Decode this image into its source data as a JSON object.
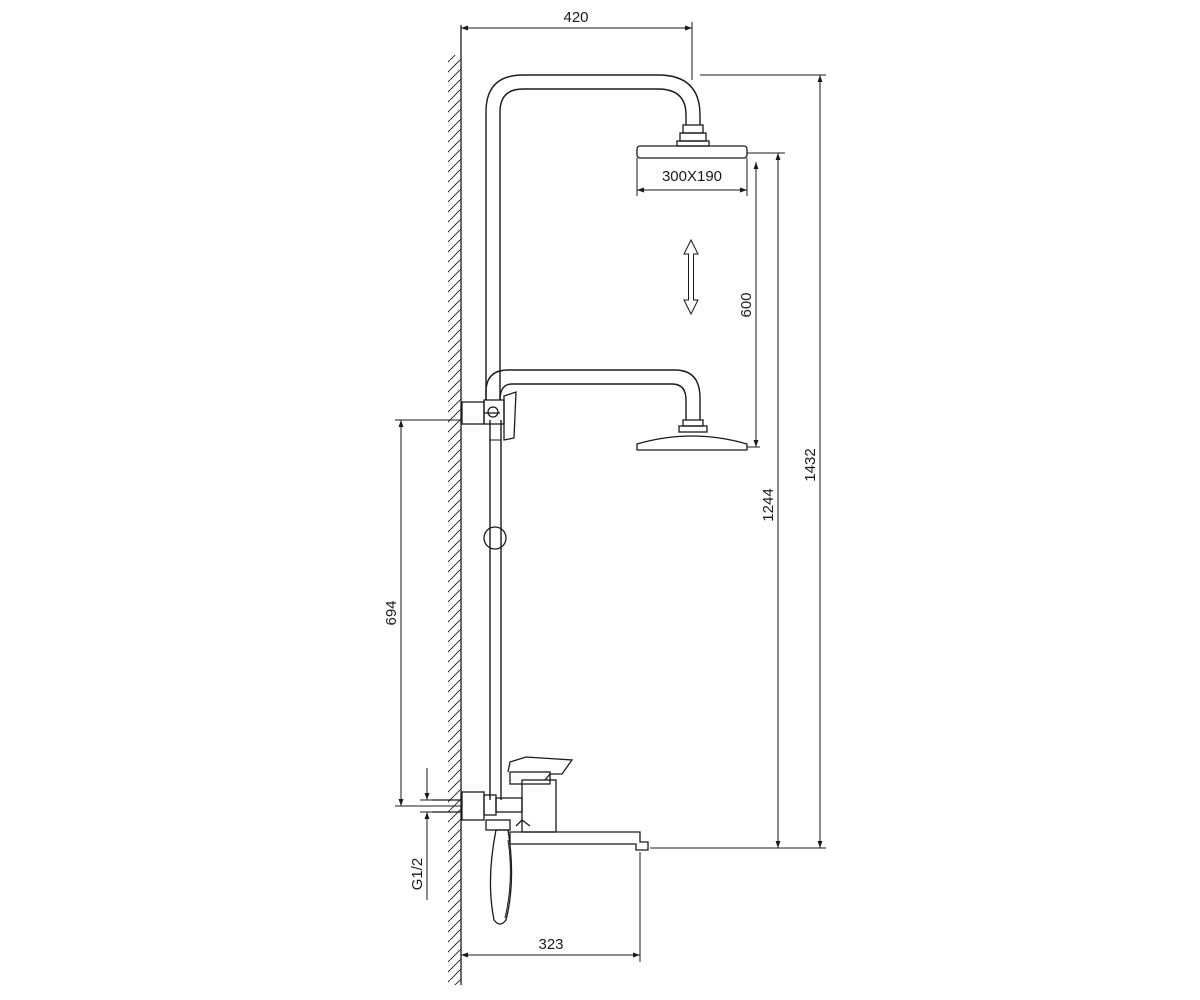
{
  "diagram": {
    "dimensions": {
      "width_top": "420",
      "head_size": "300X190",
      "adjust_range": "600",
      "height_low": "1244",
      "height_total": "1432",
      "bar_spacing": "694",
      "inlet_thread": "G1/2",
      "spout_reach": "323"
    },
    "colors": {
      "line": "#1a1a1a",
      "background": "#ffffff"
    }
  }
}
